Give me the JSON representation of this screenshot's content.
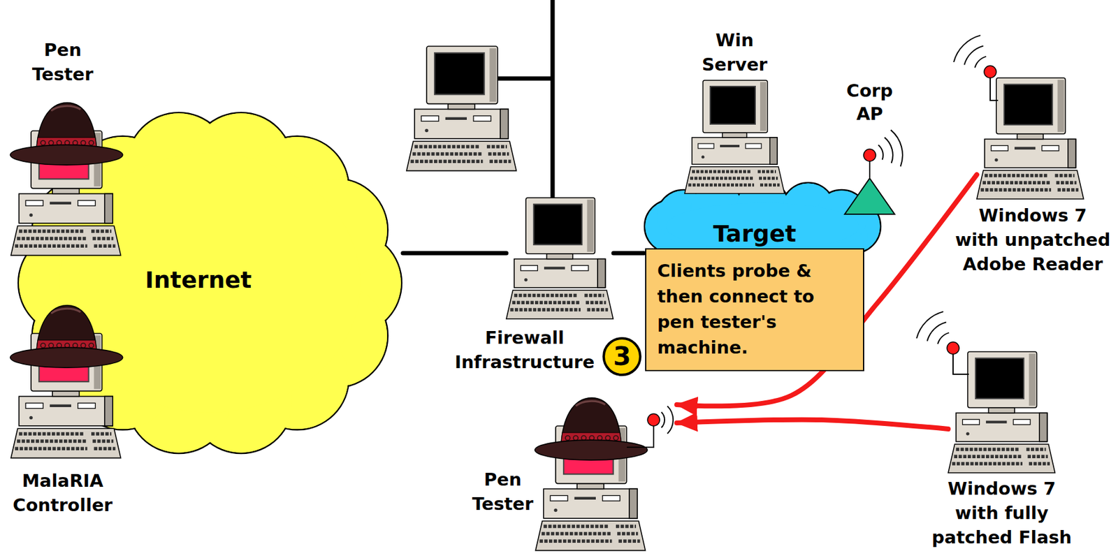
{
  "diagram": {
    "nodes": [
      {
        "text": [
          "Pen Tester"
        ]
      },
      {
        "text": [
          "Internet"
        ]
      },
      {
        "text": [
          "MalaRIA Controller"
        ]
      },
      {
        "text": [
          "Win Server"
        ]
      },
      {
        "text": [
          "Corp AP"
        ]
      },
      {
        "text": [
          "Windows 7 with unpatched Adobe Reader"
        ]
      },
      {
        "text": [
          "Target"
        ]
      },
      {
        "text": [
          "Clients probe & then connect to pen tester's machine."
        ]
      },
      {
        "text": [
          "Firewall Infrastructure"
        ]
      },
      {
        "text": [
          "Windows 7 with fully patched Flash"
        ]
      },
      {
        "text": [
          "Pen Tester"
        ]
      }
    ],
    "edges": [
      {
        "from": 1,
        "to": 8,
        "arrow": "none"
      },
      {
        "from": 8,
        "to": 6,
        "arrow": "none"
      },
      {
        "from": 5,
        "to": 10,
        "arrow": "to"
      },
      {
        "from": 9,
        "to": 10,
        "arrow": "to"
      }
    ],
    "labels": [
      "3"
    ]
  }
}
